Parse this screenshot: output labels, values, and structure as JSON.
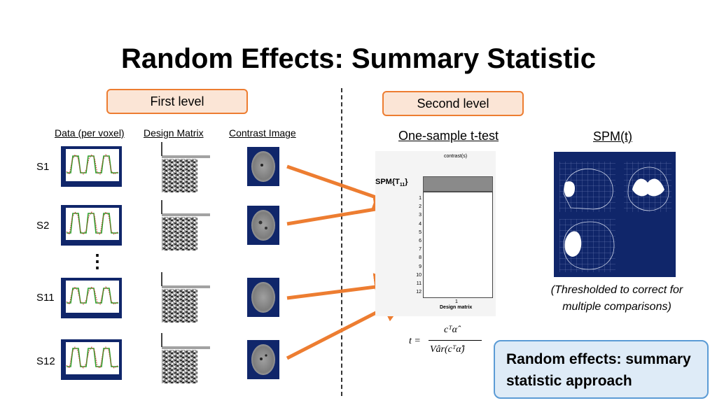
{
  "title": "Random Effects: Summary Statistic",
  "first_level": {
    "label": "First level",
    "columns": [
      "Data (per voxel)",
      "Design Matrix",
      "Contrast Image"
    ],
    "subjects": [
      "S1",
      "S2",
      "S11",
      "S12"
    ],
    "ellipsis": "⋮"
  },
  "second_level": {
    "label": "Second level",
    "test_label": "One-sample t-test",
    "spm_label": "SPM(t)",
    "design": {
      "top_title": "contrast(s)",
      "spm_tag": "SPM{T",
      "spm_sub": "11",
      "spm_close": "}",
      "rows": [
        "1",
        "2",
        "3",
        "4",
        "5",
        "6",
        "7",
        "8",
        "9",
        "10",
        "11",
        "12"
      ],
      "col_label": "1",
      "bottom_title": "Design matrix"
    },
    "formula": {
      "lhs": "t =",
      "numerator": "cᵀα̂",
      "denominator": "Vâr(cᵀα̂)"
    },
    "note": "(Thresholded to correct for multiple comparisons)"
  },
  "callout": "Random effects: summary statistic approach",
  "colors": {
    "orange": "#ed7d31",
    "level_fill": "#fbe5d6",
    "callout_border": "#5b9bd5",
    "callout_fill": "#deebf7",
    "panel_navy": "#10266a",
    "green_series": "#2ca02c",
    "red_series": "#d62728"
  }
}
